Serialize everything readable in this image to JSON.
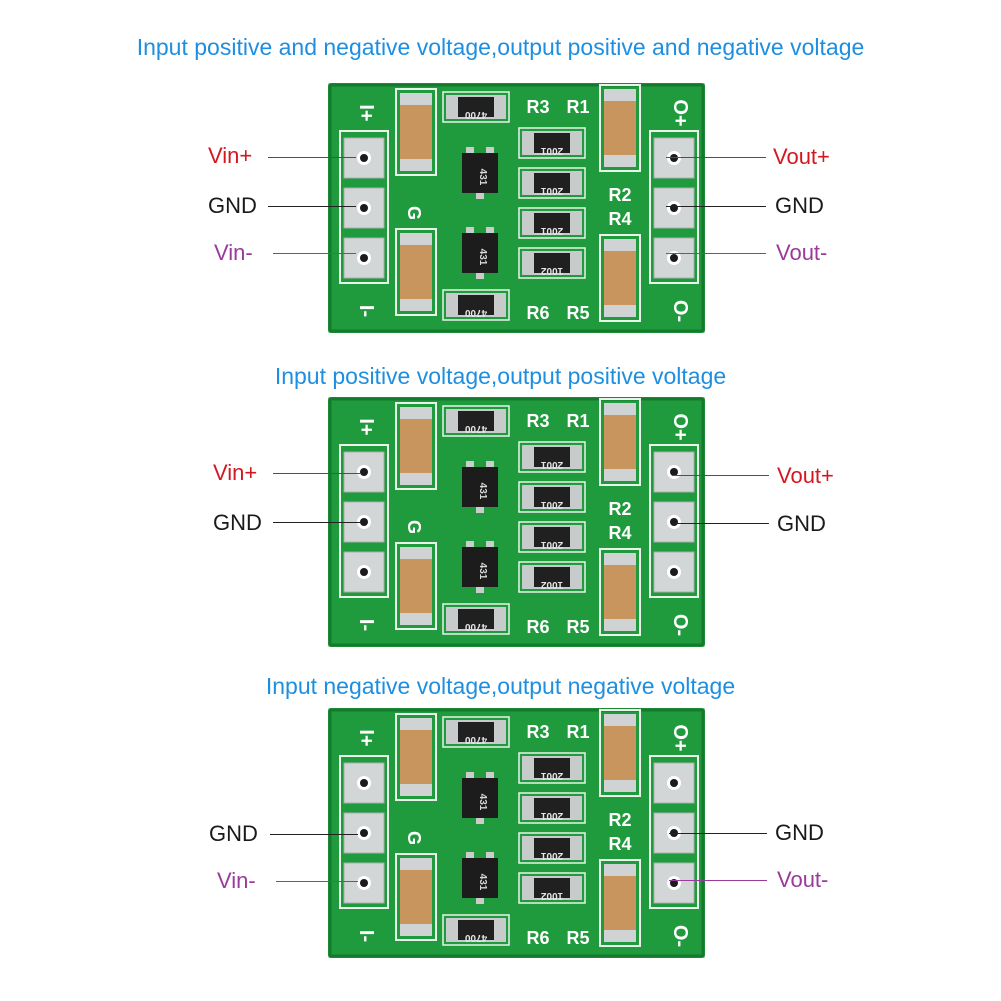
{
  "sections": [
    {
      "title": "Input positive and negative voltage,output positive and negative voltage",
      "left": [
        "Vin+",
        "GND",
        "Vin-"
      ],
      "right": [
        "Vout+",
        "GND",
        "Vout-"
      ]
    },
    {
      "title": "Input positive voltage,output positive voltage",
      "left": [
        "Vin+",
        "GND"
      ],
      "right": [
        "Vout+",
        "GND"
      ]
    },
    {
      "title": "Input negative voltage,output negative voltage",
      "left": [
        "GND",
        "Vin-"
      ],
      "right": [
        "GND",
        "Vout-"
      ]
    }
  ],
  "board": {
    "labels": [
      "R3",
      "R1",
      "R2",
      "R4",
      "R6",
      "R5"
    ],
    "resistor_codes": [
      "4700",
      "2001",
      "2001",
      "2001",
      "1002",
      "4700"
    ],
    "transistor_code": "431",
    "pin_marks": [
      "I+",
      "I-",
      "O+",
      "O-",
      "G"
    ]
  },
  "colors": {
    "title": "#1e8fe0",
    "positive": "#d31820",
    "ground": "#1a1a1a",
    "negative": "#9a3a9a",
    "pcb": "#1f9a3c"
  }
}
